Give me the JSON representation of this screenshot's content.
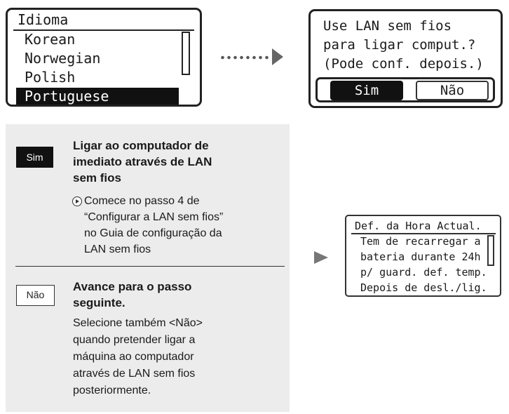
{
  "language_screen": {
    "title": "Idioma",
    "items": [
      "Korean",
      "Norwegian",
      "Polish",
      "Portuguese"
    ],
    "selected": "Portuguese"
  },
  "lan_screen": {
    "lines": [
      "Use LAN sem fios",
      "para ligar comput.?",
      "(Pode conf. depois.)"
    ],
    "yes_label": "Sim",
    "no_label": "Não"
  },
  "instructions": {
    "yes": {
      "badge": "Sim",
      "heading": [
        "Ligar ao computador de",
        "imediato através de LAN",
        "sem fios"
      ],
      "note": [
        "Comece no passo 4 de",
        "“Configurar a LAN sem fios”",
        "no Guia de configuração da",
        "LAN sem fios"
      ]
    },
    "no": {
      "badge": "Não",
      "heading": [
        "Avance para o passo",
        "seguinte."
      ],
      "body": [
        "Selecione também <Não>",
        "quando pretender ligar a",
        "máquina ao computador",
        "através de LAN sem fios",
        "posteriormente."
      ]
    }
  },
  "time_screen": {
    "title": "Def. da Hora Actual.",
    "lines": [
      "Tem de recarregar a",
      "bateria durante 24h",
      "p/ guard. def. temp.",
      "Depois de desl./lig."
    ]
  }
}
